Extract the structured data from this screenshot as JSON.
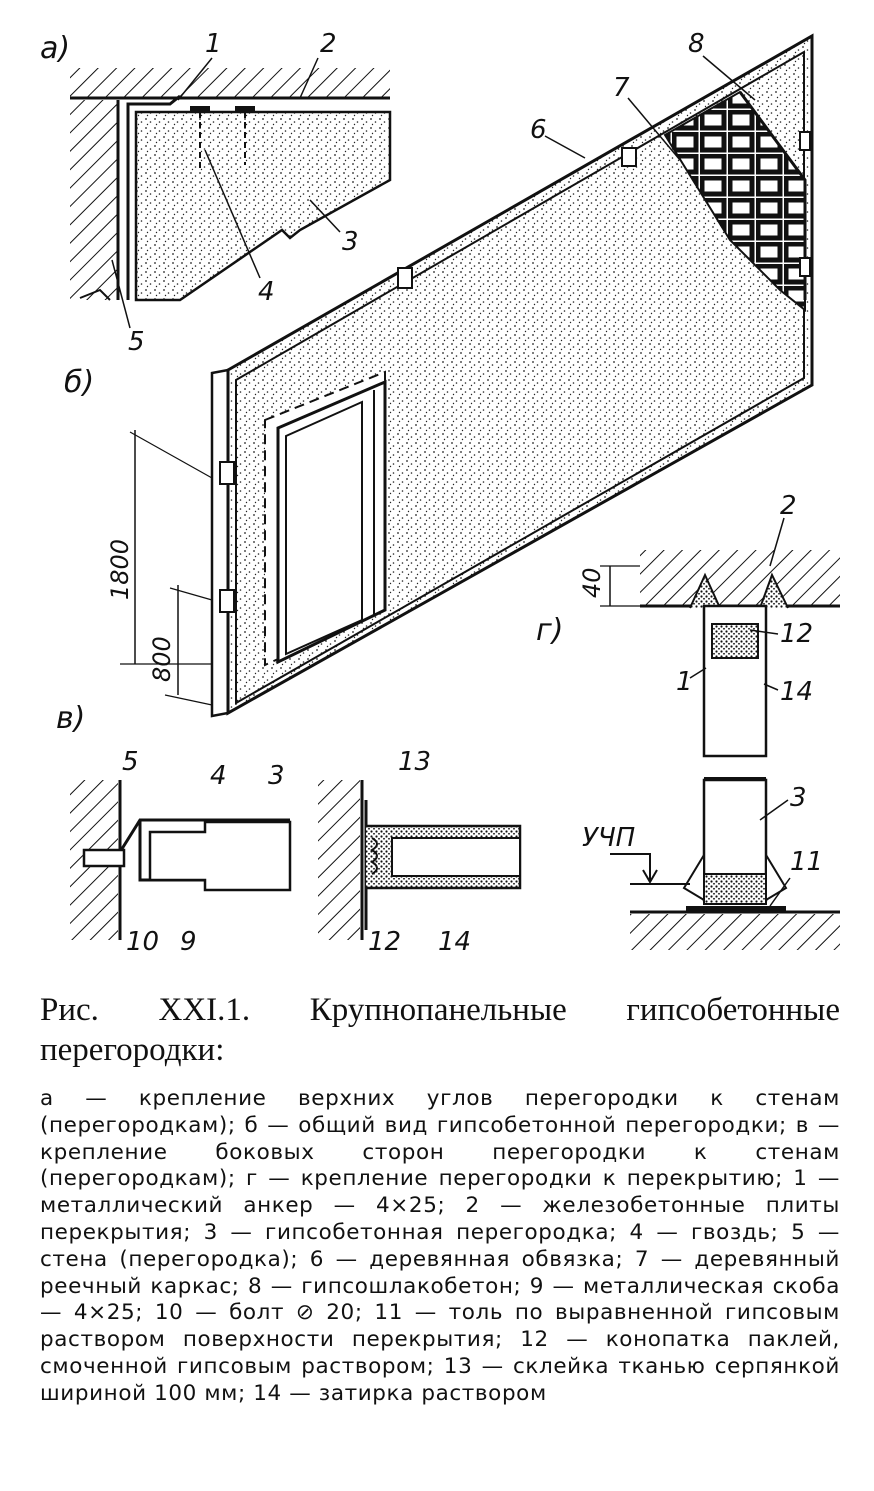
{
  "labels": {
    "section_a": "а)",
    "section_b": "б)",
    "section_v": "в)",
    "section_g": "г)",
    "n1": "1",
    "n2": "2",
    "n3": "3",
    "n4": "4",
    "n5": "5",
    "n6": "6",
    "n7": "7",
    "n8": "8",
    "n9": "9",
    "n10": "10",
    "n11": "11",
    "n12": "12",
    "n13": "13",
    "n14": "14",
    "dim_1800": "1800",
    "dim_800": "800",
    "dim_40": "40",
    "uchp": "УЧП"
  },
  "caption": {
    "title": "Рис. XXI.1. Крупнопанельные гипсобетонные перегородки:",
    "body": "а — крепление верхних углов перегородки к стенам (перегородкам); б — общий вид гипсобетонной перегородки; в — крепление боковых сторон перегородки к стенам (перегородкам); г — крепление перегородки к перекрытию; 1 — металлический анкер — 4×25; 2 — железобетонные плиты перекрытия; 3 — гипсобетонная перегородка; 4 — гвоздь; 5 — стена (перегородка); 6 — деревянная обвязка; 7 — деревянный реечный каркас; 8 — гипсошлакобетон; 9 — металлическая скоба — 4×25; 10 — болт ⊘ 20; 11 — толь по выравненной гипсовым раствором поверхности перекрытия; 12 — конопатка паклей, смоченной гипсовым раствором; 13 — склейка тканью серпянкой шириной 100 мм; 14 — затирка раствором"
  }
}
